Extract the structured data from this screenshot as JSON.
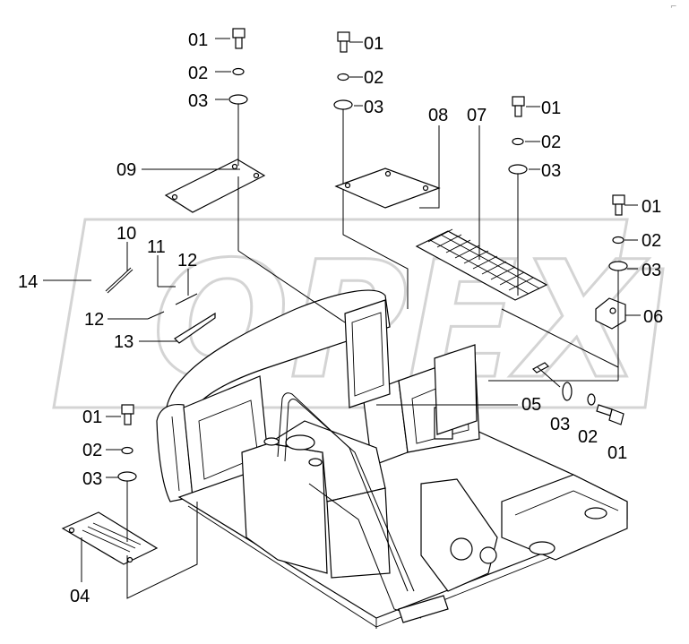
{
  "watermark": {
    "text": "OPEX"
  },
  "corner_mark": "⌐",
  "callouts": [
    {
      "id": "c01a",
      "text": "01"
    },
    {
      "id": "c02a",
      "text": "02"
    },
    {
      "id": "c03a",
      "text": "03"
    },
    {
      "id": "c01b",
      "text": "01"
    },
    {
      "id": "c02b",
      "text": "02"
    },
    {
      "id": "c03b",
      "text": "03"
    },
    {
      "id": "c08",
      "text": "08"
    },
    {
      "id": "c07",
      "text": "07"
    },
    {
      "id": "c01c",
      "text": "01"
    },
    {
      "id": "c02c",
      "text": "02"
    },
    {
      "id": "c03c",
      "text": "03"
    },
    {
      "id": "c09",
      "text": "09"
    },
    {
      "id": "c01d",
      "text": "01"
    },
    {
      "id": "c02d",
      "text": "02"
    },
    {
      "id": "c03d",
      "text": "03"
    },
    {
      "id": "c06",
      "text": "06"
    },
    {
      "id": "c10",
      "text": "10"
    },
    {
      "id": "c11",
      "text": "11"
    },
    {
      "id": "c12a",
      "text": "12"
    },
    {
      "id": "c14",
      "text": "14"
    },
    {
      "id": "c12b",
      "text": "12"
    },
    {
      "id": "c13",
      "text": "13"
    },
    {
      "id": "c05",
      "text": "05"
    },
    {
      "id": "c03e",
      "text": "03"
    },
    {
      "id": "c02e",
      "text": "02"
    },
    {
      "id": "c01e",
      "text": "01"
    },
    {
      "id": "c01f",
      "text": "01"
    },
    {
      "id": "c02f",
      "text": "02"
    },
    {
      "id": "c03f",
      "text": "03"
    },
    {
      "id": "c04",
      "text": "04"
    }
  ]
}
